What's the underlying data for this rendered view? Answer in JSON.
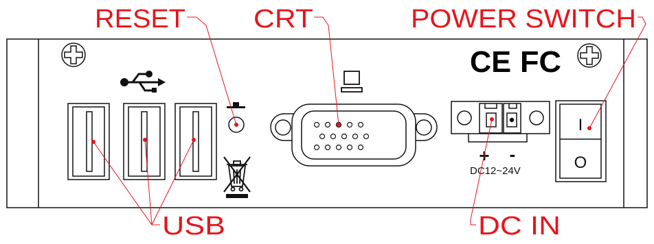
{
  "labels": {
    "reset": "RESET",
    "crt": "CRT",
    "power_switch": "POWER SWITCH",
    "usb": "USB",
    "dc_in": "DC IN"
  },
  "connector": {
    "plus": "+",
    "minus": "-",
    "voltage": "DC12~24V"
  },
  "switch": {
    "on_mark": "I",
    "off_mark": "O"
  },
  "certifications": {
    "ce": "CE",
    "fc": "FC"
  },
  "colors": {
    "callout": "#e8141b",
    "outline": "#111111"
  },
  "icons": [
    "screw-icon",
    "usb-icon",
    "monitor-icon",
    "reset-button-icon",
    "weee-bin-icon",
    "ce-mark-icon",
    "fcc-mark-icon"
  ]
}
